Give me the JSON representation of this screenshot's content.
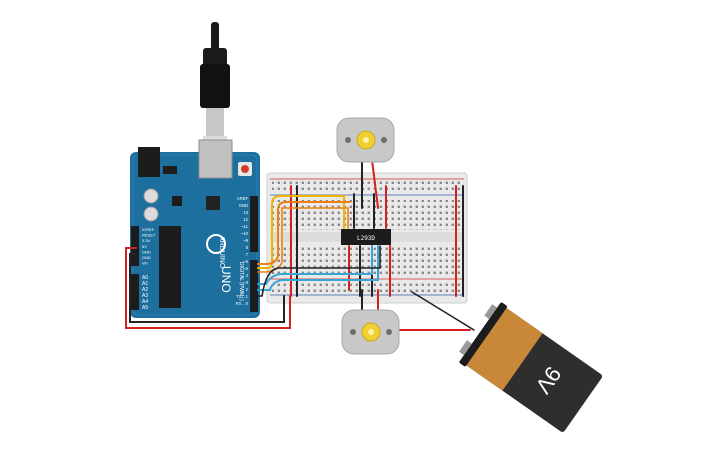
{
  "colors": {
    "board_blue": "#1d6f9e",
    "board_dark": "#155a82",
    "breadboard": "#e9e9e9",
    "rail_red": "#d62b2b",
    "rail_blue": "#2a5fb0",
    "wire_red": "#d62020",
    "wire_black": "#222222",
    "wire_yellow": "#f0b400",
    "wire_orange": "#f07f10",
    "wire_cyan": "#37a6d6",
    "battery_copper": "#c9873a",
    "battery_black": "#2e2e2e",
    "motor_grey": "#c8c8c8",
    "motor_shaft": "#f0d030"
  },
  "arduino": {
    "brand": "ARDUINO",
    "model": "UNO",
    "digital_label": "DIGITAL (PWM~)",
    "power_labels": [
      "IOREF",
      "RESET",
      "3.3V",
      "5V",
      "GND",
      "GND",
      "Vin"
    ],
    "analog_labels": [
      "A0",
      "A1",
      "A2",
      "A3",
      "A4",
      "A5"
    ],
    "digital_pins": [
      "AREF",
      "GND",
      "13",
      "12",
      "~11",
      "~10",
      "~9",
      "8",
      "7",
      "~6",
      "~5",
      "4",
      "~3",
      "2",
      "TX→1",
      "RX←0"
    ]
  },
  "chip": {
    "label": "L293D"
  },
  "battery": {
    "label": "9V"
  },
  "icons": [
    "usb-cable-icon",
    "dc-motor-icon",
    "battery-9v-icon",
    "ic-chip-icon"
  ]
}
